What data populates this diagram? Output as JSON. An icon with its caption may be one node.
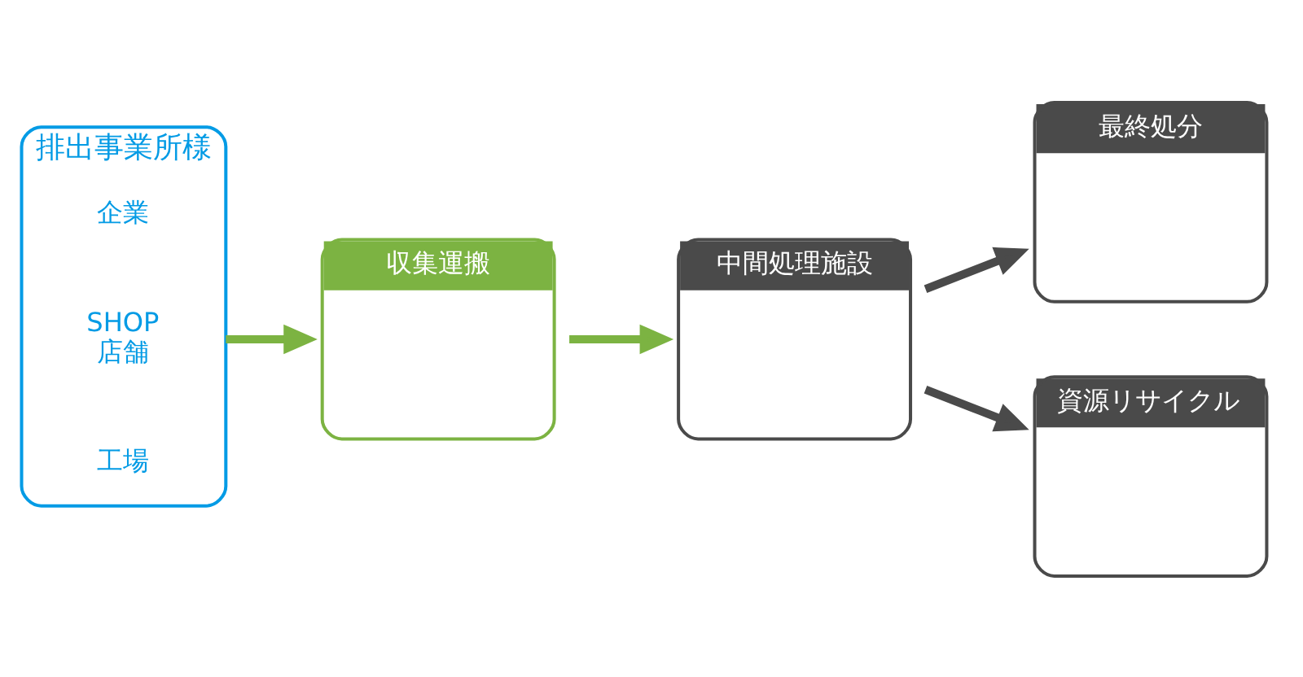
{
  "diagram": {
    "nodes": [
      {
        "text": [
          "排出事業所様"
        ]
      },
      {
        "text": [
          "企業"
        ],
        "in": 0
      },
      {
        "text": [
          "SHOP",
          "店舗"
        ],
        "in": 0
      },
      {
        "text": [
          "工場"
        ],
        "in": 0
      },
      {
        "text": [
          "収集運搬"
        ]
      },
      {
        "text": [
          "中間処理施設"
        ]
      },
      {
        "text": [
          "最終処分"
        ]
      },
      {
        "text": [
          "資源リサイクル"
        ]
      }
    ],
    "edges": [
      {
        "from": 0,
        "to": 4,
        "arrow": "to",
        "color": "#7cb342"
      },
      {
        "from": 4,
        "to": 5,
        "arrow": "to",
        "color": "#7cb342"
      },
      {
        "from": 5,
        "to": 6,
        "arrow": "to",
        "color": "#4a4a4a"
      },
      {
        "from": 5,
        "to": 7,
        "arrow": "to",
        "color": "#4a4a4a"
      }
    ]
  }
}
